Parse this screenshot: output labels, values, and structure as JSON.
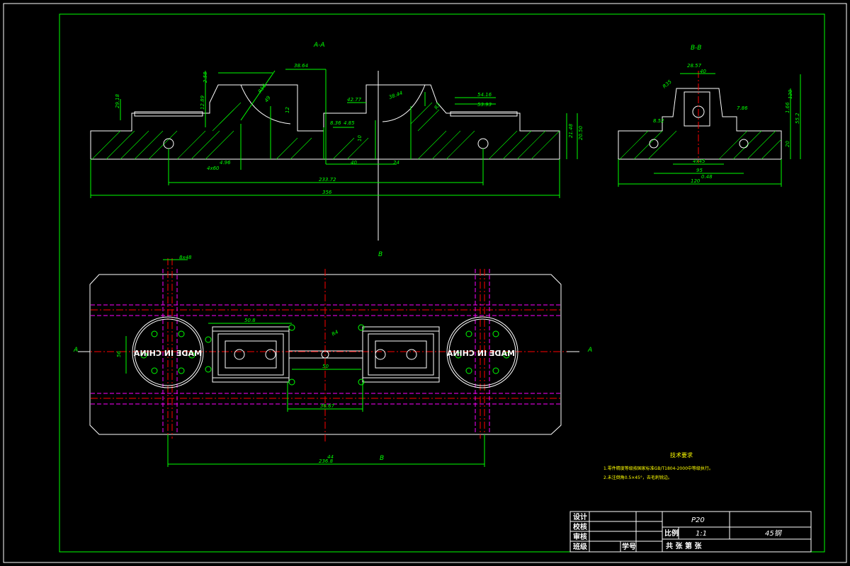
{
  "views": {
    "section_aa": "A-A",
    "section_bb": "B-B",
    "marker_a": "A",
    "marker_b": "B"
  },
  "dimensions_aa": [
    "R56",
    "38.64",
    "49",
    "38.44",
    "R3",
    "12",
    "42.77",
    "8.36",
    "54.16",
    "53.93",
    "4.85",
    "10",
    "4x60",
    "4.96",
    "40",
    "24",
    "233.72",
    "356",
    "21.48",
    "20.50",
    "29.18",
    "12.89",
    "2.58"
  ],
  "dimensions_bb": [
    "28.57",
    "40",
    "R35",
    "8.52",
    "7.86",
    "1.66",
    "55.2",
    "20",
    "120",
    "4x45",
    "95",
    "120",
    "0.48"
  ],
  "dimensions_plan": [
    "8x48",
    "50.8",
    "50",
    "36.67",
    "R4",
    "236.8",
    "44",
    "56"
  ],
  "engraving": {
    "left": "MADE IN CHINA",
    "right": "MADE IN CHINA"
  },
  "tech_notes": {
    "heading": "技术要求",
    "line1": "1.零件精度等级按国家标准GB/T1804-2000中等级执行。",
    "line2": "2.未注倒角0.5×45°，去毛刺锐边。"
  },
  "title_block": {
    "row_labels": [
      "设计",
      "校核",
      "审核",
      "班级"
    ],
    "student_no": "学号",
    "drawing_name": "P20",
    "scale_label": "比例",
    "scale_value": "1:1",
    "sheet_text": "共  张  第  张",
    "material": "45钢"
  }
}
